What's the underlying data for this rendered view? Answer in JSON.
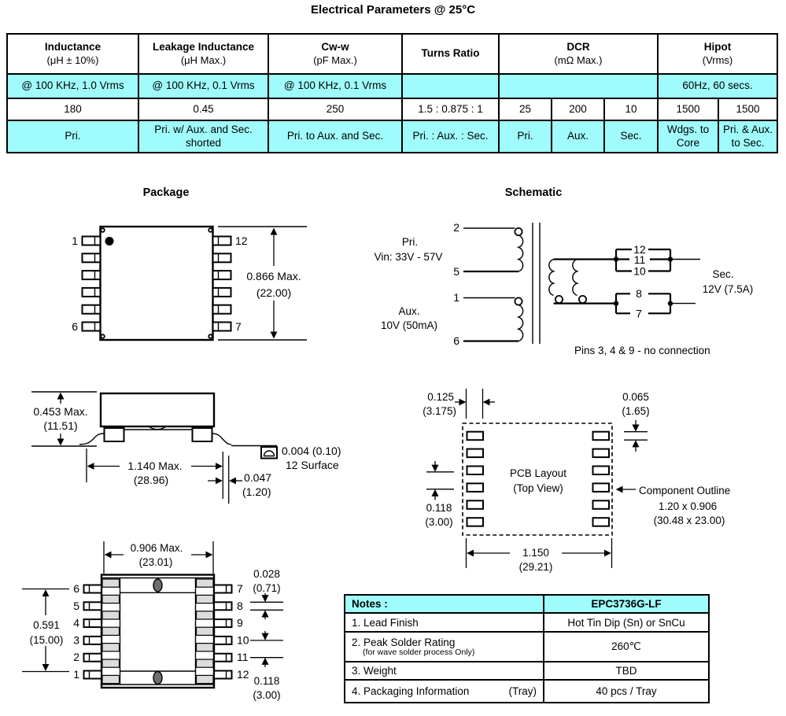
{
  "page_title": "Electrical Parameters @ 25°C",
  "colors": {
    "accent_cyan": "#A0FCFC",
    "pad_gray": "#DCDCDC",
    "oval_gray": "#6E6E6E"
  },
  "electrical_table": {
    "header": [
      {
        "name": "Inductance",
        "unit": "(μH ± 10%)"
      },
      {
        "name": "Leakage Inductance",
        "unit": "(μH Max.)"
      },
      {
        "name": "Cw-w",
        "unit": "(pF Max.)"
      },
      {
        "name": "Turns Ratio",
        "unit": ""
      },
      {
        "name": "DCR",
        "unit": "(mΩ Max.)"
      },
      {
        "name": "Hipot",
        "unit": "(Vrms)"
      }
    ],
    "conditions": [
      "@ 100 KHz, 1.0 Vrms",
      "@ 100 KHz, 0.1 Vrms",
      "@ 100 KHz, 0.1 Vrms",
      "",
      "",
      "60Hz, 60 secs."
    ],
    "values": [
      "180",
      "0.45",
      "250",
      "1.5 : 0.875 : 1",
      "25",
      "200",
      "10",
      "1500",
      "1500"
    ],
    "windings": [
      "Pri.",
      "Pri. w/ Aux. and Sec. shorted",
      "Pri. to Aux. and Sec.",
      "Pri. : Aux. : Sec.",
      "Pri.",
      "Aux.",
      "Sec.",
      "Wdgs. to Core",
      "Pri. & Aux. to Sec."
    ]
  },
  "package": {
    "title": "Package",
    "pin_top_left": "1",
    "pin_bottom_left": "6",
    "pin_top_right": "12",
    "pin_bottom_right": "7",
    "height_dim": [
      "0.866 Max.",
      "(22.00)"
    ]
  },
  "schematic": {
    "title": "Schematic",
    "pri_name": "Pri.",
    "pri_range": "Vin: 33V - 57V",
    "aux_name": "Aux.",
    "aux_rating": "10V (50mA)",
    "sec_name": "Sec.",
    "sec_rating": "12V (7.5A)",
    "pin2": "2",
    "pin5": "5",
    "pin1": "1",
    "pin6": "6",
    "pin12": "12",
    "pin11": "11",
    "pin10": "10",
    "pin8": "8",
    "pin7": "7",
    "note": "Pins 3, 4 & 9 - no connection"
  },
  "side_view": {
    "height_dim": [
      "0.453 Max.",
      "(11.51)"
    ],
    "width_dim": [
      "1.140 Max.",
      "(28.96)"
    ],
    "lead_dim": [
      "0.047",
      "(1.20)"
    ],
    "flatness_value": "0.004 (0.10)",
    "flatness_note": "12 Surface"
  },
  "pcb_layout": {
    "label_line1": "PCB Layout",
    "label_line2": "(Top View)",
    "pad_width_dim": [
      "0.125",
      "(3.175)"
    ],
    "pad_height_dim": [
      "0.065",
      "(1.65)"
    ],
    "pad_pitch_dim": [
      "0.118",
      "(3.00)"
    ],
    "row_span_dim": [
      "1.150",
      "(29.21)"
    ],
    "outline_label": "Component Outline",
    "outline_size_in": "1.20 x 0.906",
    "outline_size_mm": "(30.48 x 23.00)"
  },
  "bottom_view": {
    "width_dim": [
      "0.906 Max.",
      "(23.01)"
    ],
    "pin_span_dim": [
      "0.591",
      "(15.00)"
    ],
    "pin_width_dim": [
      "0.028",
      "(0.71)"
    ],
    "pin_pitch_dim": [
      "0.118",
      "(3.00)"
    ],
    "left_pins": [
      "6",
      "5",
      "4",
      "3",
      "2",
      "1"
    ],
    "right_pins": [
      "7",
      "8",
      "9",
      "10",
      "11",
      "12"
    ]
  },
  "notes_table": {
    "header_label": "Notes :",
    "header_part": "EPC3736G-LF",
    "rows": [
      {
        "label": "1.  Lead Finish",
        "sub": "",
        "tray": "",
        "value": "Hot Tin Dip (Sn) or  SnCu"
      },
      {
        "label": "2.  Peak Solder Rating",
        "sub": "(for wave solder process Only)",
        "tray": "",
        "value": "260℃"
      },
      {
        "label": "3.  Weight",
        "sub": "",
        "tray": "",
        "value": "TBD"
      },
      {
        "label": "4.  Packaging Information",
        "sub": "",
        "tray": "(Tray)",
        "value": "40 pcs / Tray"
      }
    ]
  }
}
